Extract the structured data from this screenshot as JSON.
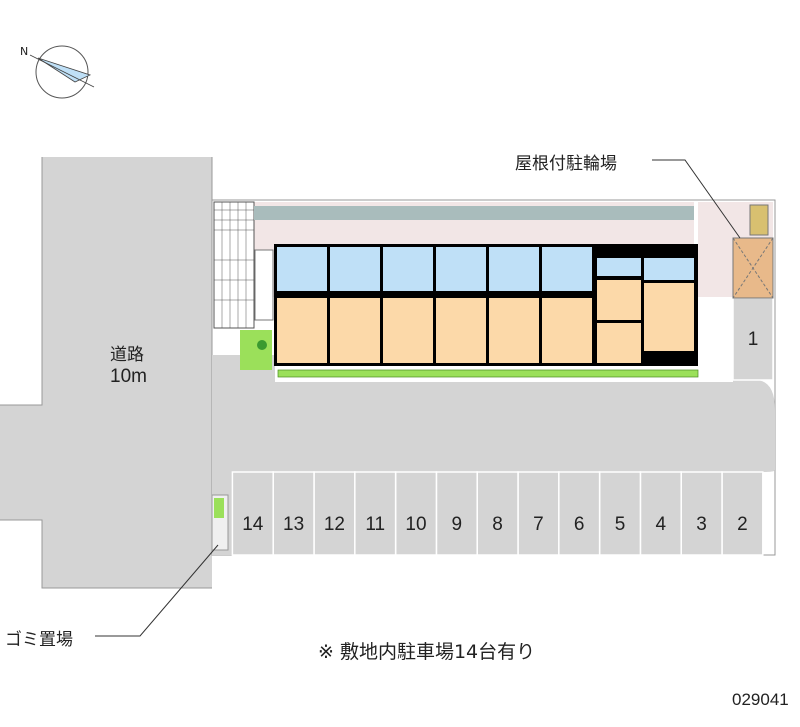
{
  "labels": {
    "bicycle_parking": "屋根付駐輪場",
    "road_name": "道路",
    "road_width": "10m",
    "garbage": "ゴミ置場",
    "note": "※ 敷地内駐車場14台有り",
    "code": "029041"
  },
  "parking_spaces": [
    "1",
    "2",
    "3",
    "4",
    "5",
    "6",
    "7",
    "8",
    "9",
    "10",
    "11",
    "12",
    "13",
    "14"
  ],
  "colors": {
    "road": "#d4d4d4",
    "room": "#fcd9a9",
    "wet_area": "#bfe0f7",
    "corridor": "#f2e6e6",
    "bicycle_roof": "#e8b98a",
    "green": "#7fd33a"
  }
}
